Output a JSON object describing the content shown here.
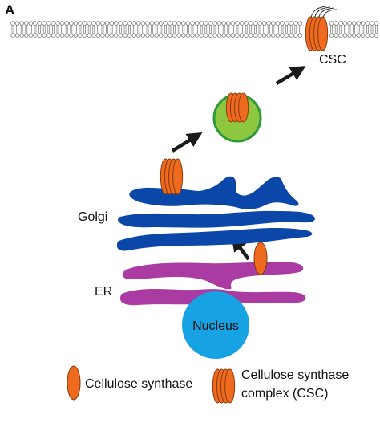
{
  "panel_label": "A",
  "labels": {
    "csc": "CSC",
    "golgi": "Golgi",
    "er": "ER",
    "nucleus": "Nucleus"
  },
  "legend": {
    "single": "Cellulose synthase",
    "complex_line1": "Cellulose synthase",
    "complex_line2": "complex (CSC)"
  },
  "colors": {
    "synthase": "#ED6A1E",
    "synthase_outline": "#8A3A08",
    "golgi": "#0B47A8",
    "er": "#A93BA3",
    "nucleus": "#17A3E3",
    "vesicle_fill": "#8DC63F",
    "vesicle_ring": "#2E9A3A",
    "arrow": "#1a1a1a",
    "membrane": "#777777"
  }
}
